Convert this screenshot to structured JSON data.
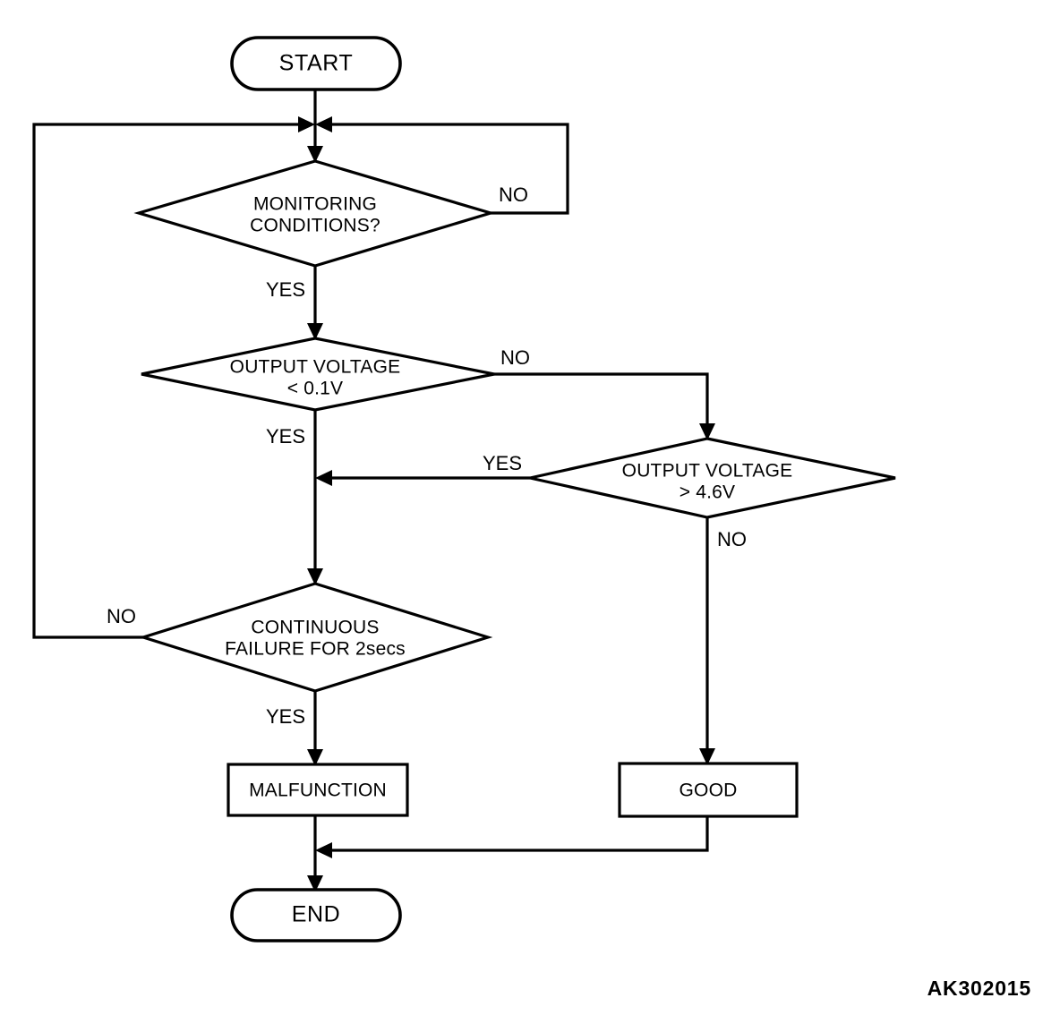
{
  "figure": {
    "type": "flowchart",
    "code_label": "AK302015",
    "background_color": "#ffffff",
    "line_color": "#000000"
  },
  "nodes": {
    "start": {
      "shape": "terminal",
      "label": "START"
    },
    "monitoring": {
      "shape": "decision",
      "line1": "MONITORING",
      "line2": "CONDITIONS?"
    },
    "voltage_low": {
      "shape": "decision",
      "line1": "OUTPUT VOLTAGE",
      "line2": "< 0.1V"
    },
    "voltage_high": {
      "shape": "decision",
      "line1": "OUTPUT VOLTAGE",
      "line2": "> 4.6V"
    },
    "continuous_failure": {
      "shape": "decision",
      "line1": "CONTINUOUS",
      "line2": "FAILURE FOR 2secs"
    },
    "malfunction": {
      "shape": "process",
      "label": "MALFUNCTION"
    },
    "good": {
      "shape": "process",
      "label": "GOOD"
    },
    "end": {
      "shape": "terminal",
      "label": "END"
    }
  },
  "edge_labels": {
    "monitoring_no": "NO",
    "monitoring_yes": "YES",
    "voltage_low_no": "NO",
    "voltage_low_yes": "YES",
    "voltage_high_yes": "YES",
    "voltage_high_no": "NO",
    "failure_no": "NO",
    "failure_yes": "YES"
  }
}
